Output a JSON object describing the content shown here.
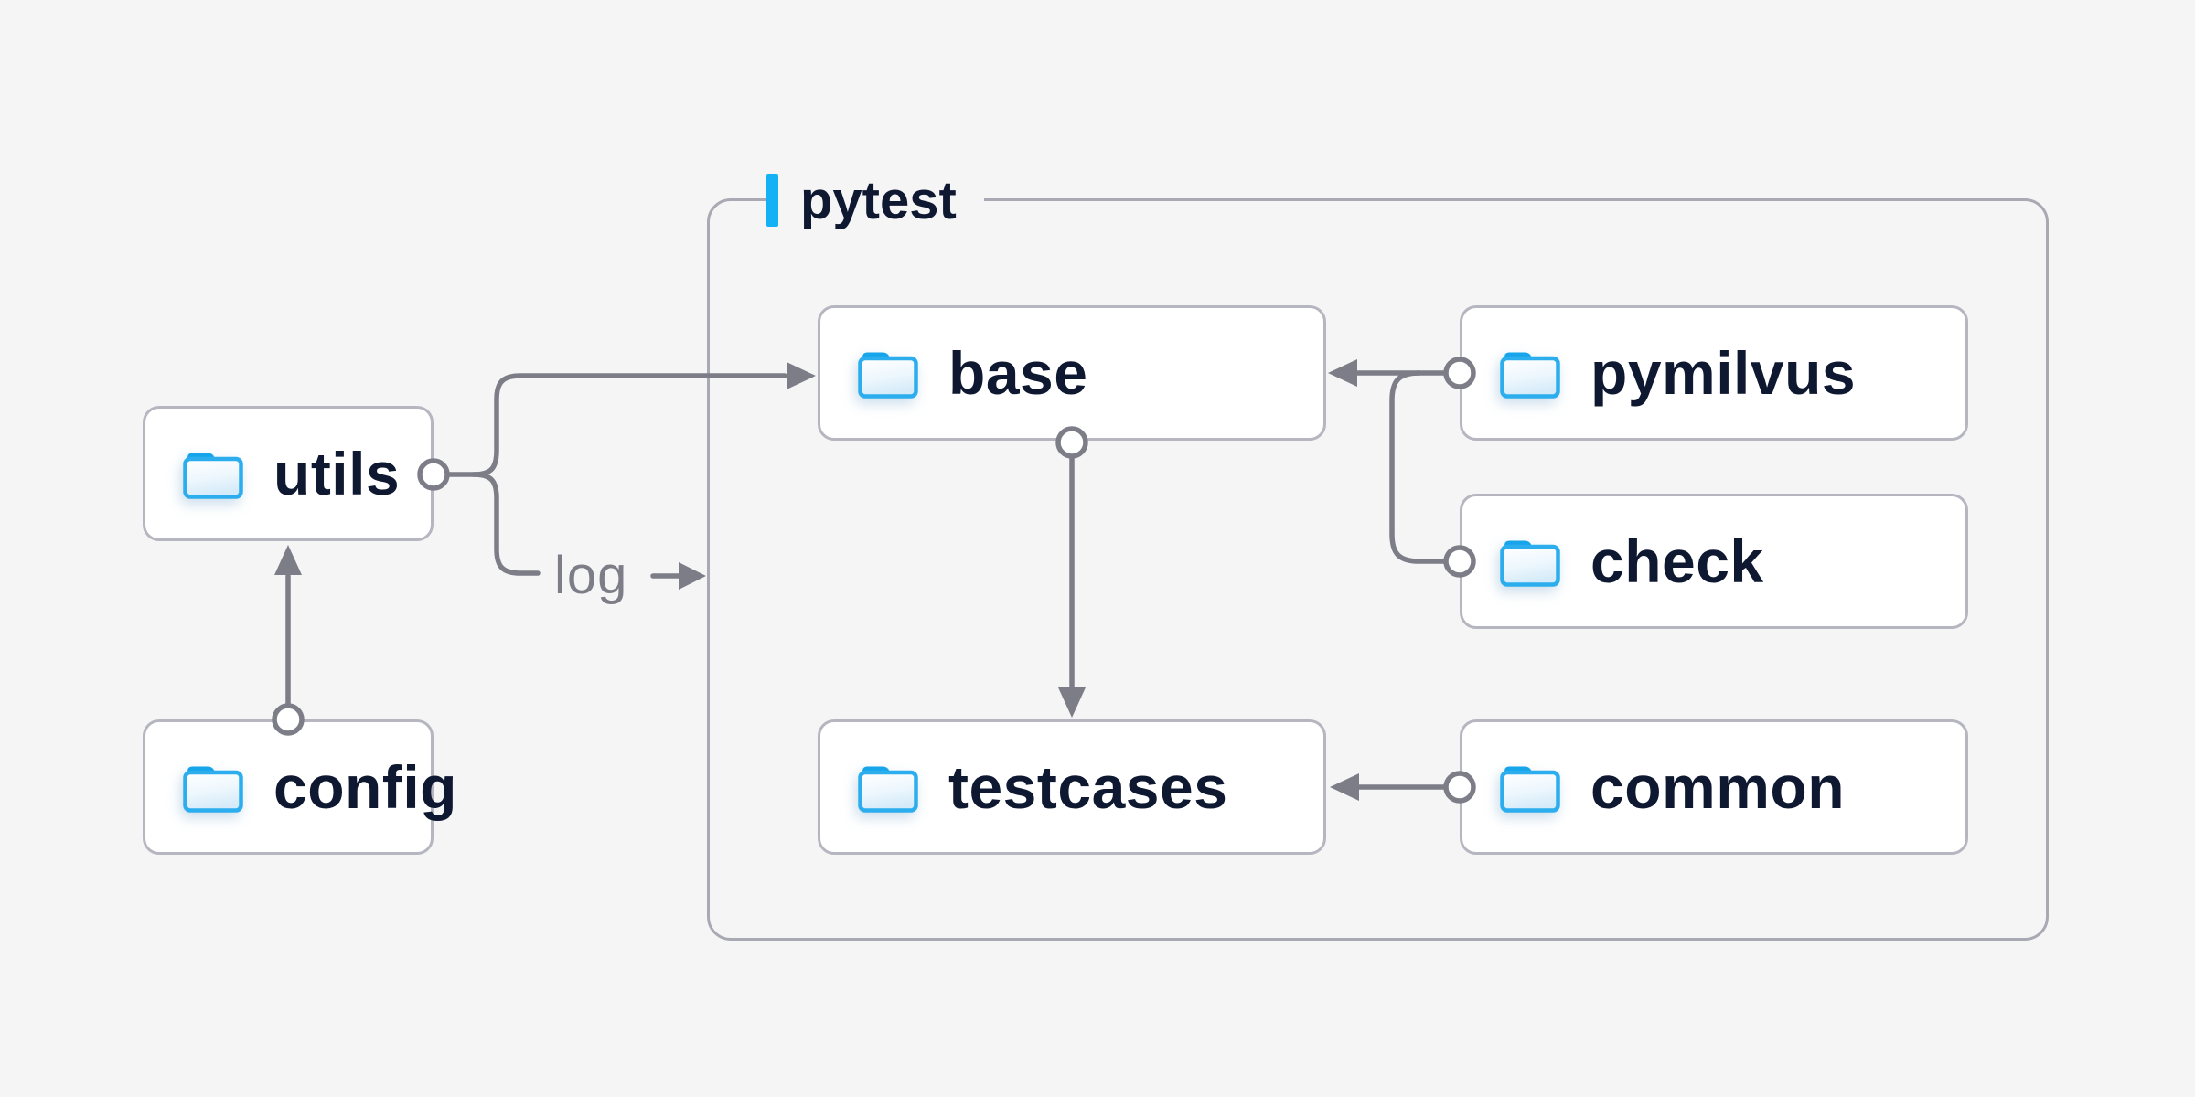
{
  "container": {
    "label": "pytest"
  },
  "nodes": {
    "utils": {
      "label": "utils"
    },
    "config": {
      "label": "config"
    },
    "base": {
      "label": "base"
    },
    "pymilvus": {
      "label": "pymilvus"
    },
    "check": {
      "label": "check"
    },
    "testcases": {
      "label": "testcases"
    },
    "common": {
      "label": "common"
    }
  },
  "edges": {
    "log_label": "log",
    "connections": [
      {
        "from": "config",
        "to": "utils"
      },
      {
        "from": "utils",
        "to": "base"
      },
      {
        "from": "utils",
        "to": "log"
      },
      {
        "from": "pymilvus",
        "to": "base"
      },
      {
        "from": "check",
        "to": "base"
      },
      {
        "from": "base",
        "to": "testcases"
      },
      {
        "from": "common",
        "to": "testcases"
      }
    ]
  },
  "icons": {
    "node_icon": "folder-icon"
  },
  "colors": {
    "background": "#f5f5f6",
    "node_fill": "#ffffff",
    "node_border": "#b6b6c0",
    "container_border": "#a9a9b3",
    "connector": "#7d7d87",
    "accent_blue": "#14b2f4",
    "folder_blue": "#2cadee",
    "text": "#0e1831"
  }
}
